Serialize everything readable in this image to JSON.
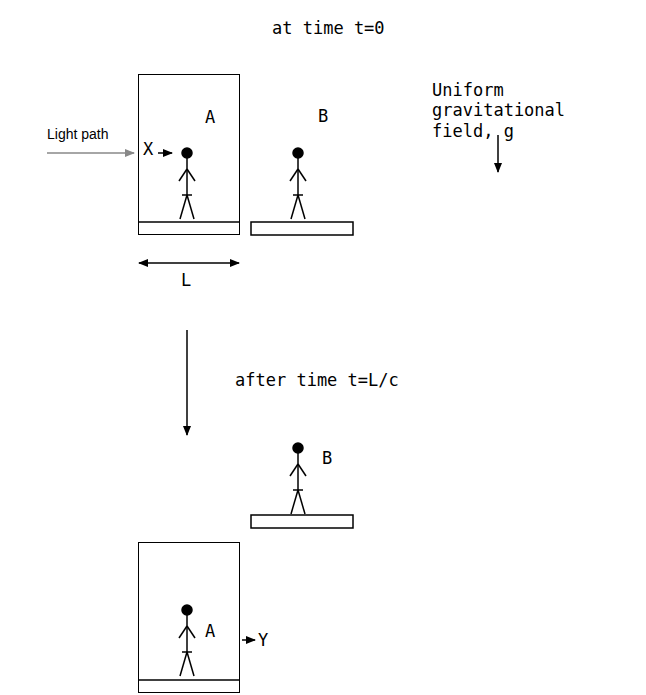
{
  "diagram": {
    "nodes": [
      {
        "text": [
          "X",
          "A"
        ]
      },
      {
        "text": [
          "A"
        ]
      }
    ],
    "labels": [
      "at time t=0",
      "Uniform gravitational field, g",
      "Light path",
      "B",
      "L",
      "after time t=L/c",
      "B",
      "Y"
    ]
  }
}
